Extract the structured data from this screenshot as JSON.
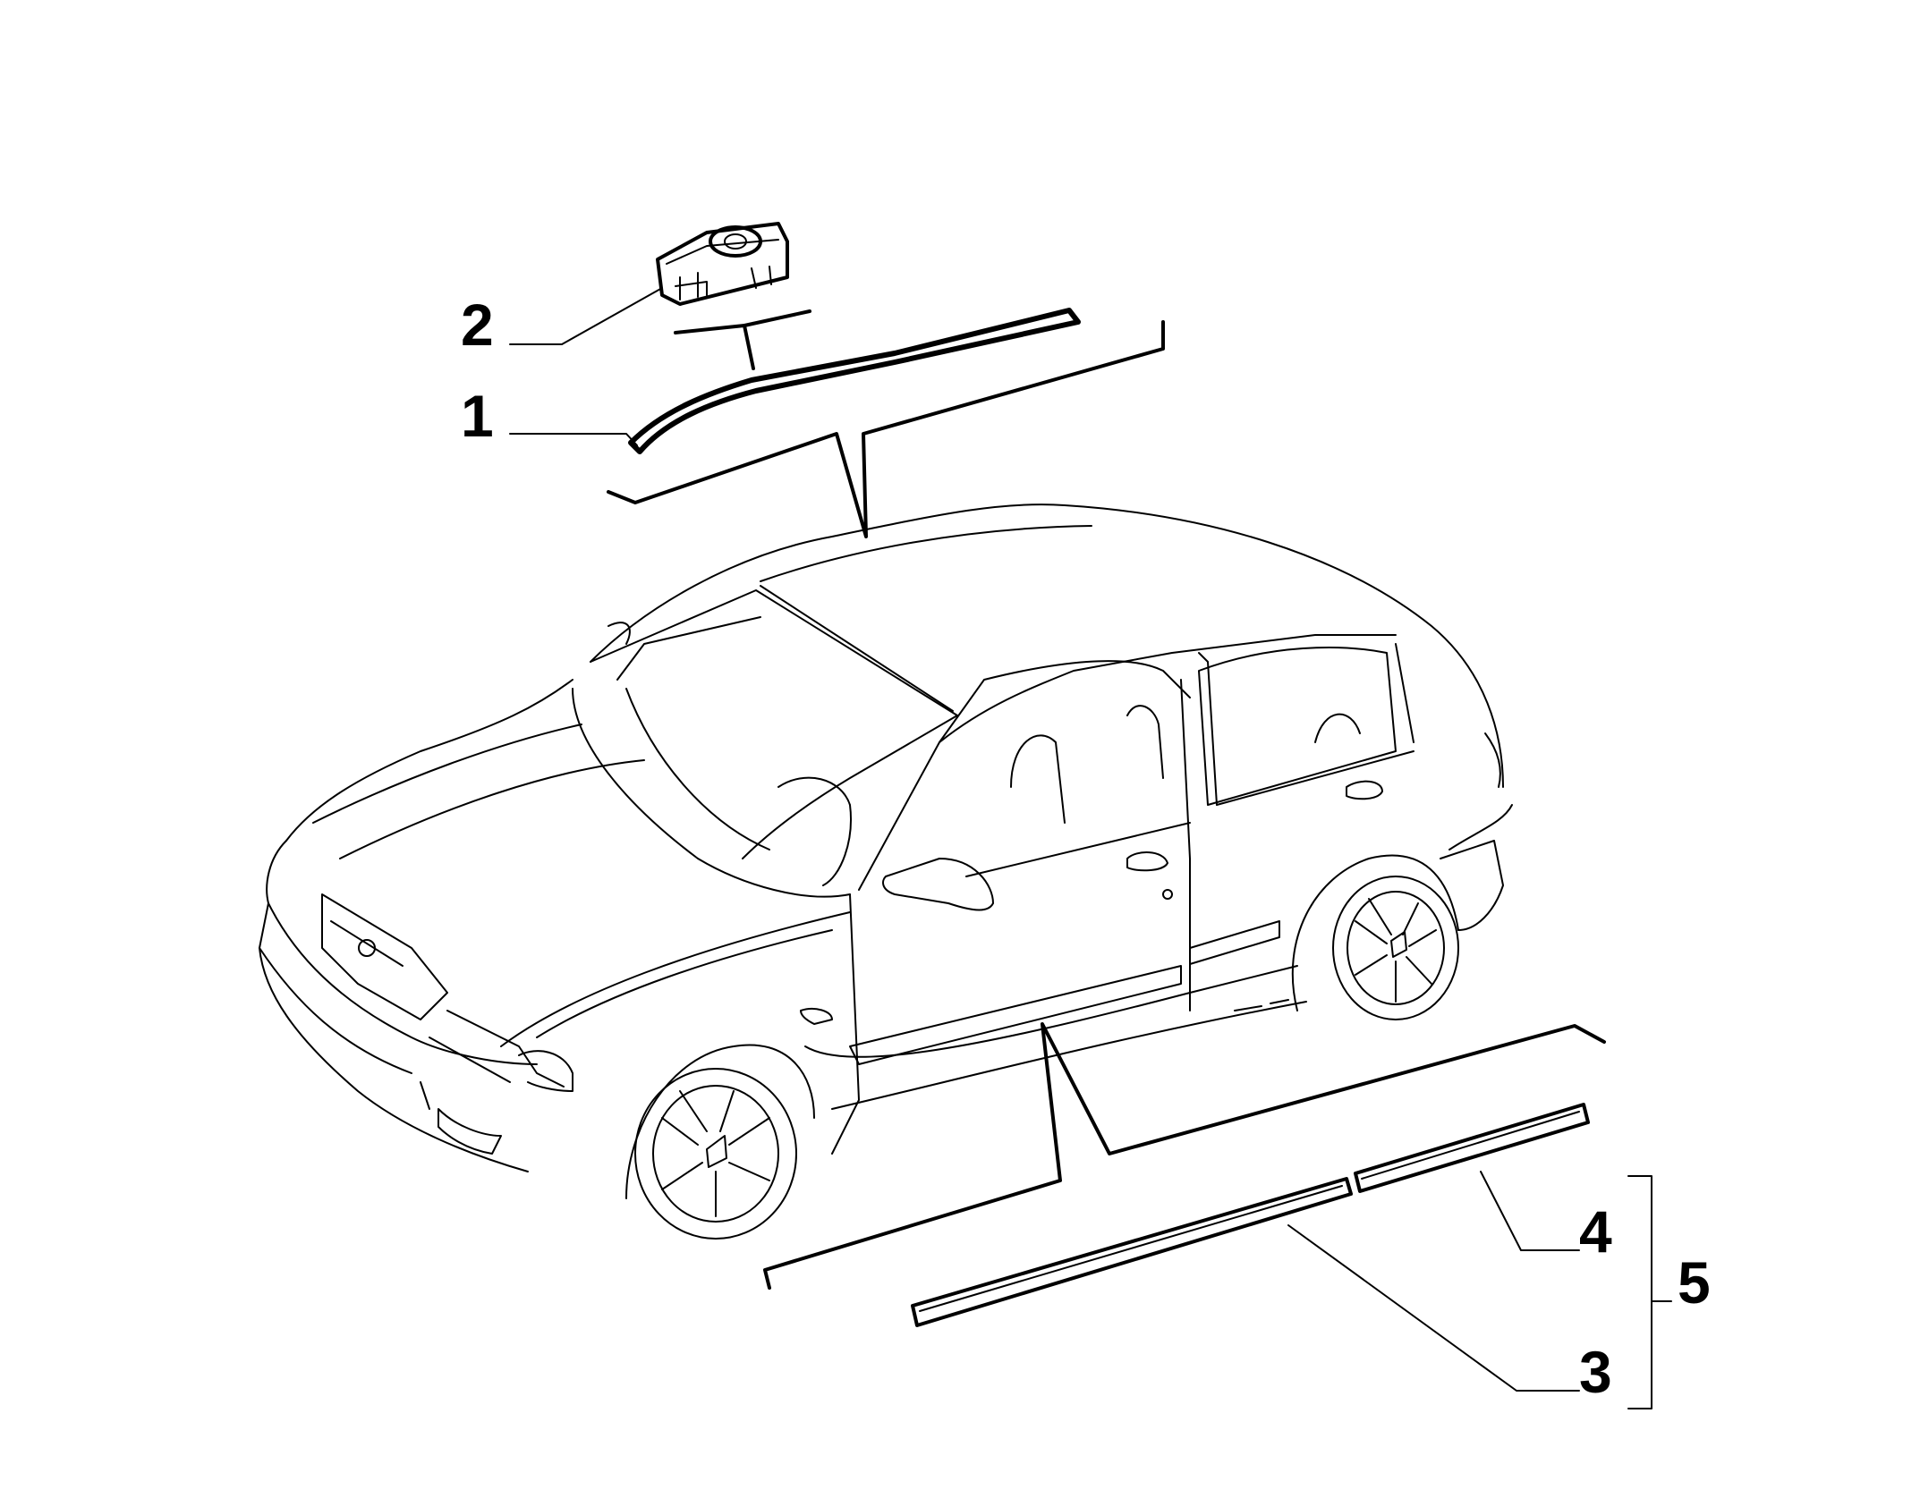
{
  "diagram": {
    "callouts": [
      {
        "id": "1",
        "text": "1",
        "part": "roof-rail-molding"
      },
      {
        "id": "2",
        "text": "2",
        "part": "molding-clip"
      },
      {
        "id": "3",
        "text": "3",
        "part": "front-sill-molding"
      },
      {
        "id": "4",
        "text": "4",
        "part": "rear-sill-molding"
      },
      {
        "id": "5",
        "text": "5",
        "part": "sill-molding-set"
      }
    ],
    "colors": {
      "line": "#000000",
      "background": "#ffffff"
    }
  }
}
